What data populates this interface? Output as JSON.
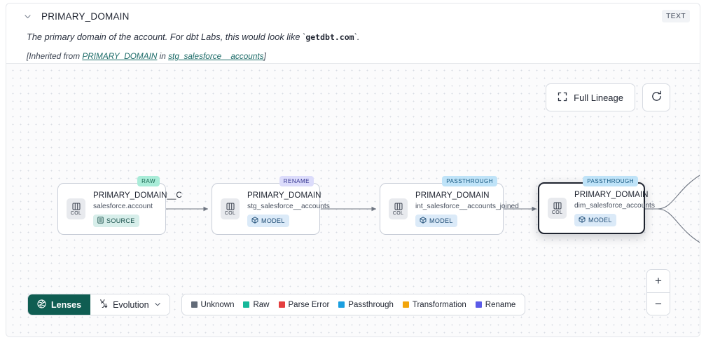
{
  "header": {
    "column_name": "PRIMARY_DOMAIN",
    "type_badge": "TEXT",
    "chevron_icon": "chevron-down-icon",
    "description_prefix": "The primary domain of the account. For dbt Labs, this would look like `",
    "description_code": "getdbt.com",
    "description_suffix": "`.",
    "inherit_open": "[Inherited from ",
    "inherit_link_1": "PRIMARY_DOMAIN",
    "inherit_mid": " in ",
    "inherit_link_2": "stg_salesforce__accounts",
    "inherit_close": "]"
  },
  "canvas": {
    "full_lineage_label": "Full Lineage",
    "full_lineage_icon": "expand-corners-icon",
    "refresh_icon": "refresh-icon",
    "zoom_in_label": "+",
    "zoom_out_label": "−"
  },
  "nodes": [
    {
      "tag": "RAW",
      "tag_kind": "raw",
      "chip": "COL",
      "chip_icon": "columns-icon",
      "title": "PRIMARY_DOMAIN__C",
      "subtitle": "salesforce.account",
      "badge": "SOURCE",
      "badge_kind": "source",
      "badge_icon": "database-icon",
      "selected": false
    },
    {
      "tag": "RENAME",
      "tag_kind": "rename",
      "chip": "COL",
      "chip_icon": "columns-icon",
      "title": "PRIMARY_DOMAIN",
      "subtitle": "stg_salesforce__accounts",
      "badge": "MODEL",
      "badge_kind": "model",
      "badge_icon": "cube-icon",
      "selected": false
    },
    {
      "tag": "PASSTHROUGH",
      "tag_kind": "passthrough",
      "chip": "COL",
      "chip_icon": "columns-icon",
      "title": "PRIMARY_DOMAIN",
      "subtitle": "int_salesforce__accounts_joined",
      "badge": "MODEL",
      "badge_kind": "model",
      "badge_icon": "cube-icon",
      "selected": false
    },
    {
      "tag": "PASSTHROUGH",
      "tag_kind": "passthrough",
      "chip": "COL",
      "chip_icon": "columns-icon",
      "title": "PRIMARY_DOMAIN",
      "subtitle": "dim_salesforce_accounts",
      "badge": "MODEL",
      "badge_kind": "model",
      "badge_icon": "cube-icon",
      "selected": true
    }
  ],
  "bottom": {
    "lenses_label": "Lenses",
    "lenses_icon": "aperture-icon",
    "evolution_label": "Evolution",
    "evolution_icon": "evolution-icon",
    "evolution_chevron": "chevron-down-icon",
    "legend": [
      {
        "label": "Unknown",
        "color": "#626b78"
      },
      {
        "label": "Raw",
        "color": "#16b89a"
      },
      {
        "label": "Parse Error",
        "color": "#e43f3f"
      },
      {
        "label": "Passthrough",
        "color": "#1b9fe0"
      },
      {
        "label": "Transformation",
        "color": "#f2a50c"
      },
      {
        "label": "Rename",
        "color": "#5b5be8"
      }
    ]
  },
  "colors": {
    "accent": "#0f5d52",
    "link": "#1c6b68",
    "selected_border": "#1f2430",
    "edge": "#6d7480"
  }
}
